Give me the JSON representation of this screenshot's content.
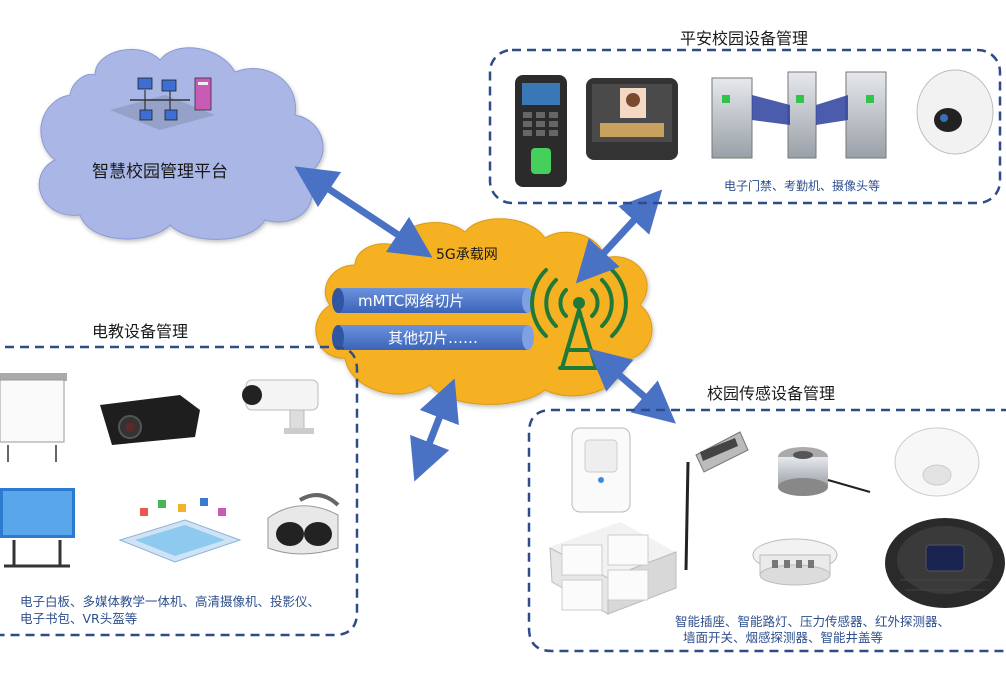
{
  "platform": {
    "label": "智慧校园管理平台"
  },
  "network": {
    "title": "5G承载网",
    "slices": [
      "mMTC网络切片",
      "其他切片……"
    ]
  },
  "safe_campus": {
    "title": "平安校园设备管理",
    "caption": "电子门禁、考勤机、摄像头等",
    "devices": [
      "fingerprint-terminal",
      "face-attendance",
      "turnstile-gates",
      "dome-camera"
    ]
  },
  "edu": {
    "title": "电教设备管理",
    "caption_lines": [
      "电子白板、多媒体教学一体机、高清摄像机、投影仪、",
      "电子书包、VR头盔等"
    ],
    "devices": [
      "whiteboard",
      "projector",
      "hd-camera",
      "teaching-display",
      "e-schoolbag-tablet",
      "vr-headset"
    ]
  },
  "sensors": {
    "title": "校园传感设备管理",
    "caption_lines": [
      "智能插座、智能路灯、压力传感器、红外探测器、",
      "墙面开关、烟感探测器、智能井盖等"
    ],
    "devices": [
      "smart-socket",
      "smart-streetlight",
      "pressure-sensor",
      "infrared-detector",
      "wall-switch",
      "smoke-detector",
      "smart-manhole-cover"
    ]
  },
  "colors": {
    "cloud_platform": "#a9b6e6",
    "cloud_network": "#f5b120",
    "arrow": "#4a72c4",
    "dashed_border": "#2f4b8a",
    "slice_fill": "#4b79cf",
    "tower": "#1f7a3a",
    "caption": "#2e4f8c"
  }
}
